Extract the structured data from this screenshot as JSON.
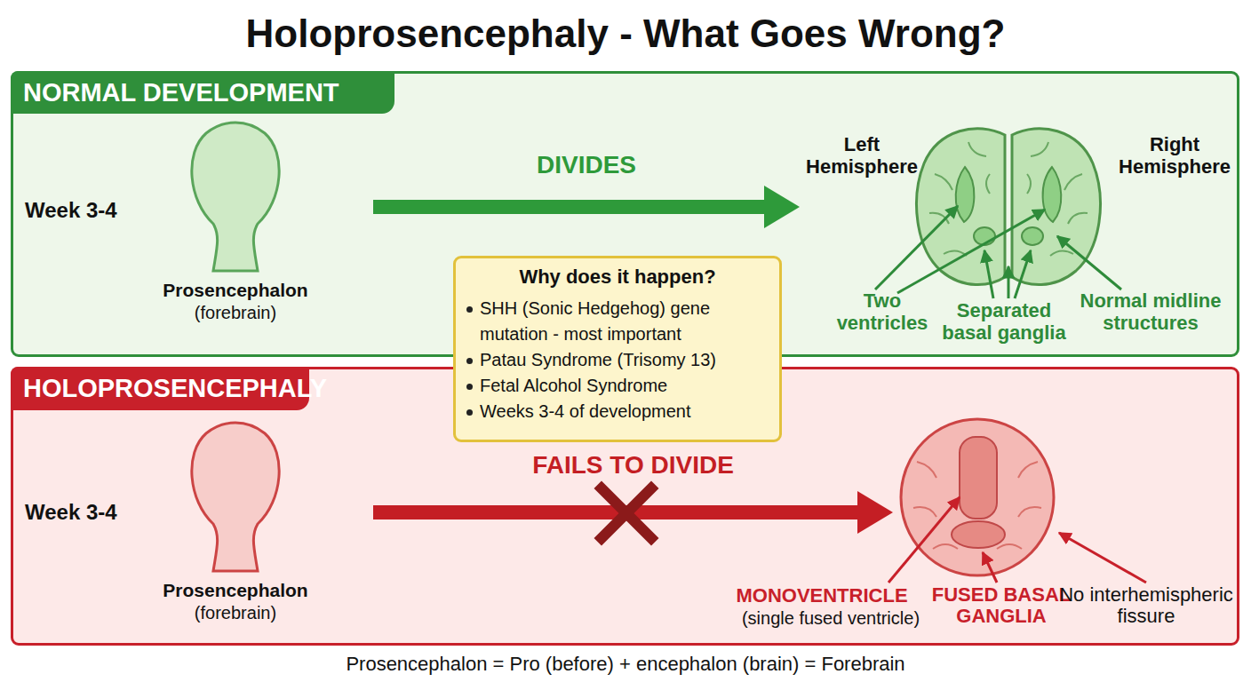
{
  "diagram": {
    "title": "Holoprosencephaly - What Goes Wrong?",
    "caption": "Prosencephalon = Pro (before) + encephalon (brain) = Forebrain",
    "nodes": [
      {
        "text": [
          "NORMAL DEVELOPMENT"
        ]
      },
      {
        "text": [
          "Prosencephalon",
          "(forebrain)"
        ],
        "in": 0
      },
      {
        "text": [
          "Left Hemisphere",
          "Right Hemisphere",
          "Two ventricles",
          "Separated basal ganglia",
          "Normal midline structures"
        ],
        "in": 0
      },
      {
        "text": [
          "Why does it happen?",
          "SHH (Sonic Hedgehog) gene mutation - most important",
          "Patau Syndrome (Trisomy 13)",
          "Fetal Alcohol Syndrome",
          "Weeks 3-4 of development"
        ]
      },
      {
        "text": [
          "HOLOPROSENCEPHALY"
        ]
      },
      {
        "text": [
          "Prosencephalon",
          "(forebrain)"
        ],
        "in": 4
      },
      {
        "text": [
          "MONOVENTRICLE",
          "(single fused ventricle)",
          "FUSED BASAL GANGLIA",
          "No interhemispheric fissure"
        ],
        "in": 4
      }
    ],
    "edges": [
      {
        "from": 1,
        "to": 2,
        "arrow": "to",
        "label": "DIVIDES"
      },
      {
        "from": 5,
        "to": 6,
        "arrow": "to",
        "label": "FAILS TO DIVIDE"
      }
    ],
    "labels": [
      "Week 3-4",
      "Week 3-4"
    ]
  }
}
